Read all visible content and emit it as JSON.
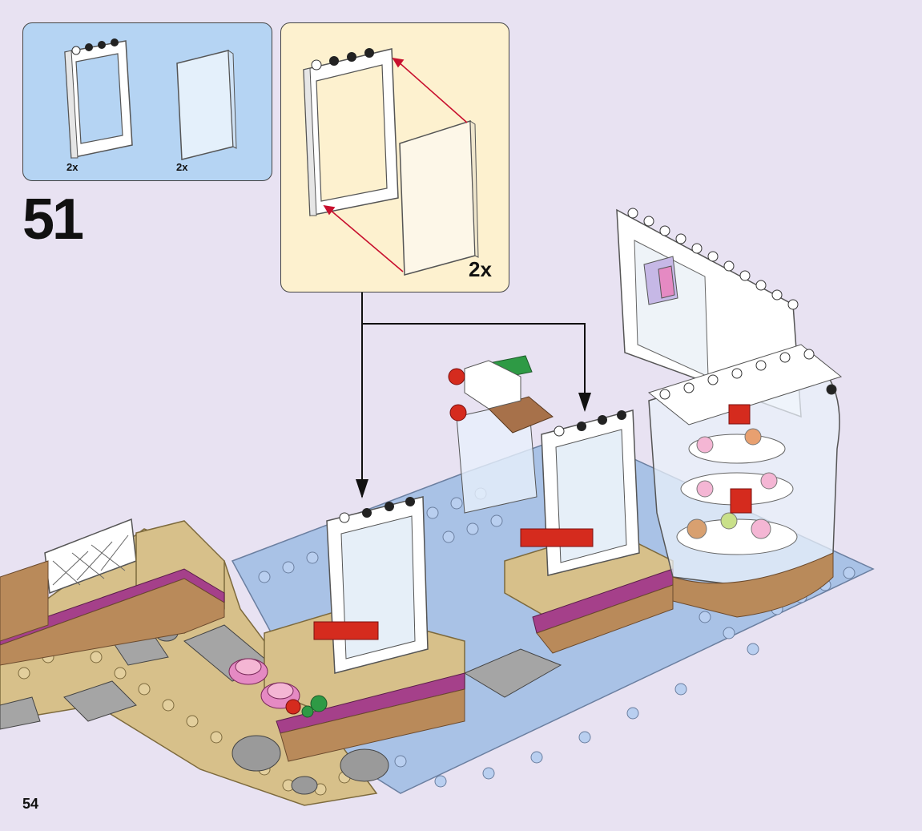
{
  "step": {
    "number": "51"
  },
  "parts_list": {
    "items": [
      {
        "name": "white-door-frame",
        "qty": "2x"
      },
      {
        "name": "transparent-glass-panel",
        "qty": "2x"
      }
    ]
  },
  "sub_assembly": {
    "multiplier": "2x"
  },
  "page": {
    "number": "54"
  },
  "colors": {
    "background": "#e8e2f2",
    "parts_panel": "#b5d4f3",
    "sub_panel": "#fdf1cf",
    "arrow_red": "#c8102e",
    "plate_tan": "#d7c08a",
    "plate_blue": "#a9c2e6"
  }
}
